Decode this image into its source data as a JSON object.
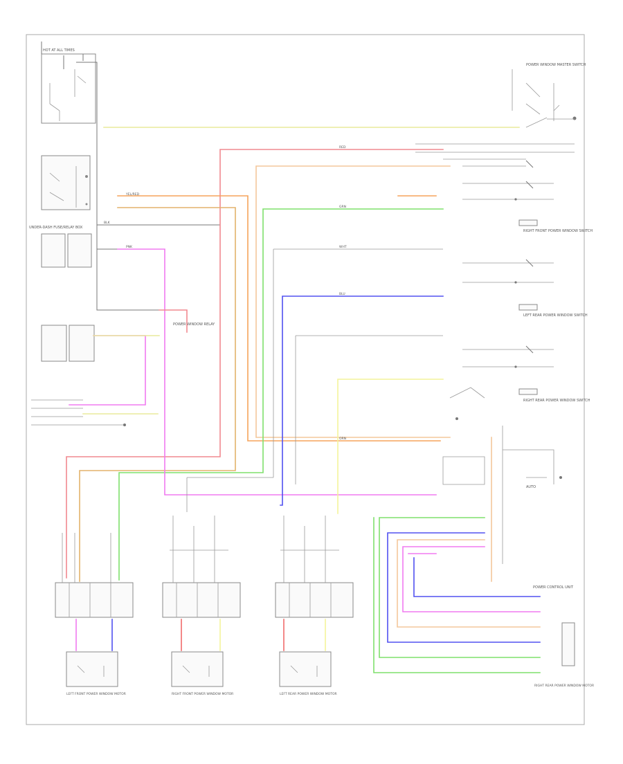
{
  "colors": {
    "yellow": "#e8ea9c",
    "pink": "#f1898f",
    "peach": "#f3c79b",
    "orange": "#f5a35a",
    "tan": "#e3b26b",
    "green": "#7ee06c",
    "violet": "#f07af0",
    "blue": "#5050f0",
    "gray": "#c8c8c8",
    "red": "#f06a6a",
    "light_yellow": "#f4f49a",
    "black": "#777777"
  },
  "labels": {
    "l01": "HOT AT ALL TIMES",
    "l02": "UNDER-DASH FUSE/RELAY BOX",
    "l03": "POWER WINDOW RELAY",
    "l04": "POWER WINDOW MASTER SWITCH",
    "l05": "RIGHT FRONT POWER WINDOW SWITCH",
    "l06": "LEFT REAR POWER WINDOW SWITCH",
    "l07": "RIGHT REAR POWER WINDOW SWITCH",
    "l08": "LEFT FRONT POWER WINDOW MOTOR",
    "l09": "RIGHT FRONT POWER WINDOW MOTOR",
    "l10": "LEFT REAR POWER WINDOW MOTOR",
    "l11": "RIGHT REAR POWER WINDOW MOTOR",
    "l12": "POWER CONTROL UNIT",
    "l13": "AUTO",
    "l14": "YEL/RED",
    "l15": "WHT",
    "l16": "RED",
    "l17": "GRN",
    "l18": "BLU",
    "l19": "PNK",
    "l20": "ORN",
    "l21": "BLK"
  }
}
